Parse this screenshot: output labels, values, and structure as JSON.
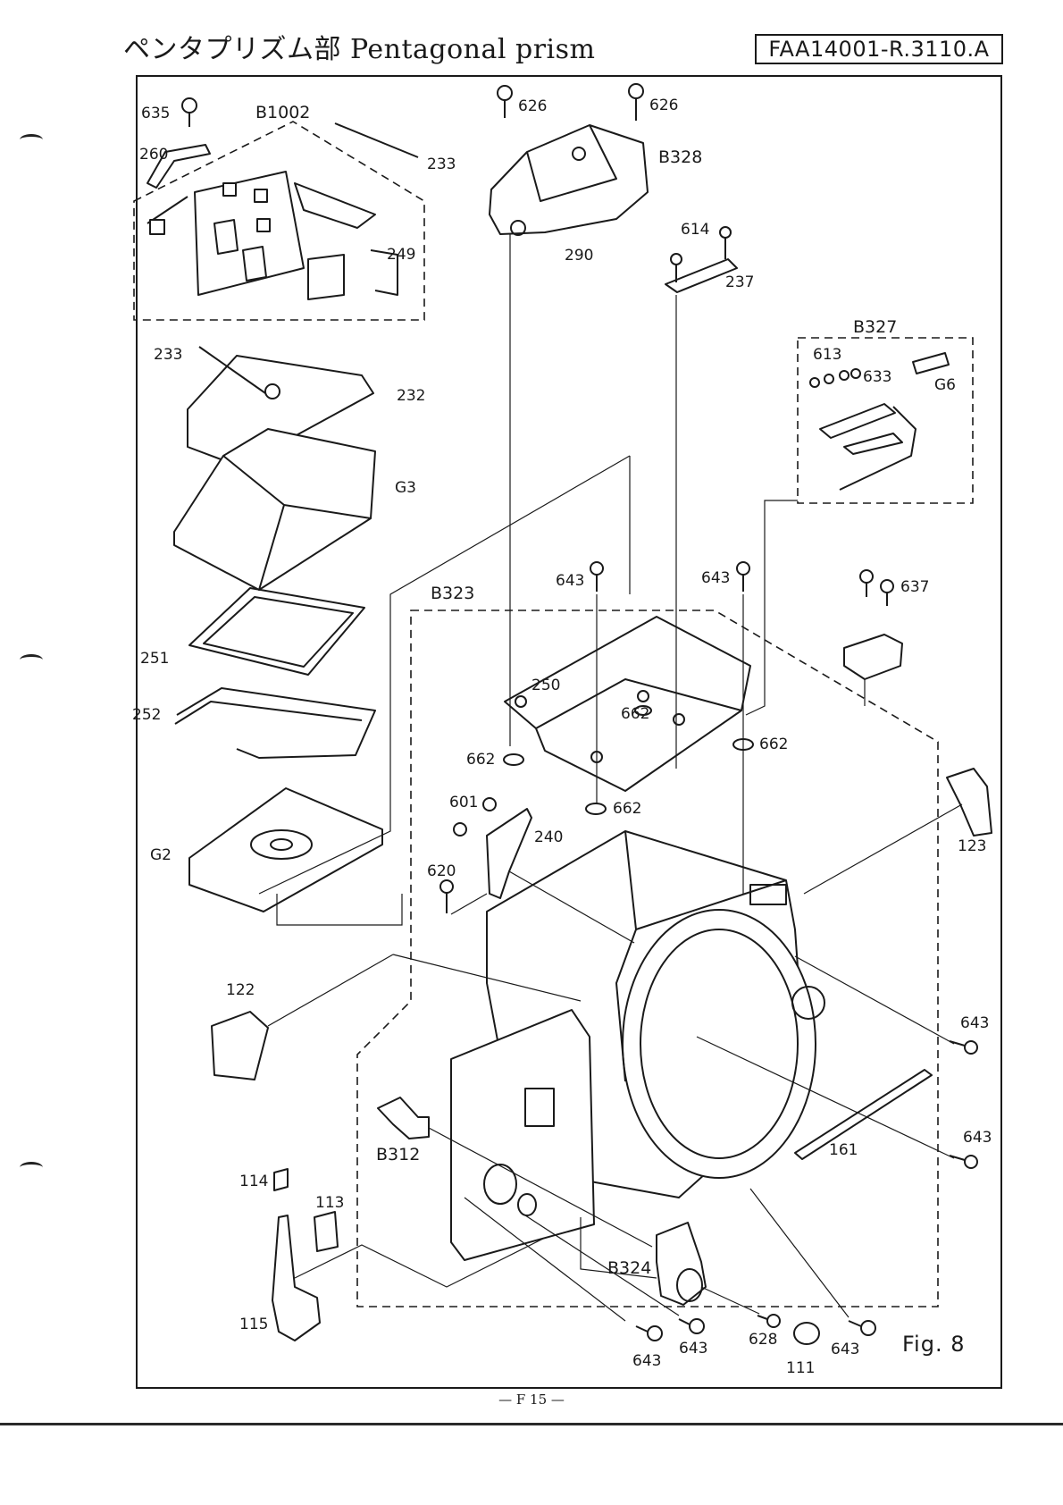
{
  "header": {
    "title": "ペンタプリズム部 Pentagonal prism",
    "doc_number": "FAA14001-R.3110.A"
  },
  "figure_label": "Fig. 8",
  "page_number": "— F 15 —",
  "labels": {
    "p635": "635",
    "b1002": "B1002",
    "p260": "260",
    "p233a": "233",
    "p249": "249",
    "p626a": "626",
    "p626b": "626",
    "b328": "B328",
    "p290": "290",
    "p614": "614",
    "p237": "237",
    "b327": "B327",
    "p613": "613",
    "p633": "633",
    "g6": "G6",
    "p233b": "233",
    "p232": "232",
    "g3": "G3",
    "p643a": "643",
    "p643b": "643",
    "p637": "637",
    "b323": "B323",
    "p250": "250",
    "p662a": "662",
    "p662b": "662",
    "p662c": "662",
    "p662d": "662",
    "p251": "251",
    "p252": "252",
    "p601": "601",
    "p240": "240",
    "p620": "620",
    "g2": "G2",
    "p123": "123",
    "p122": "122",
    "p643c": "643",
    "p643d": "643",
    "p161": "161",
    "b312": "B312",
    "p114": "114",
    "p113": "113",
    "b324": "B324",
    "p115": "115",
    "p643e": "643",
    "p643f": "643",
    "p628": "628",
    "p111": "111",
    "p643g": "643"
  }
}
